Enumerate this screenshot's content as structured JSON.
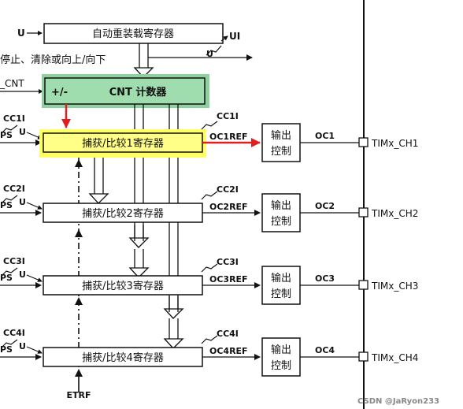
{
  "blocks": {
    "autoreload": "自动重装载寄存器",
    "stop_text": "停止、清除或向上/向下",
    "cnt_prefix": "_CNT",
    "cnt_sign": "+/-",
    "cnt_label": "CNT 计数器",
    "etrf": "ETRF",
    "watermark": "CSDN @JaRyon233"
  },
  "signals": {
    "u": "U",
    "ui": "UI",
    "ps": "PS"
  },
  "channels": [
    {
      "reg": "捕获/比较1寄存器",
      "cci": "CC1I",
      "ccai": "CC1I",
      "ref": "OC1REF",
      "out1": "输出",
      "out2": "控制",
      "oc": "OC1",
      "pin": "TIMx_CH1"
    },
    {
      "reg": "捕获/比较2寄存器",
      "cci": "CC2I",
      "ccai": "CC2I",
      "ref": "OC2REF",
      "out1": "输出",
      "out2": "控制",
      "oc": "OC2",
      "pin": "TIMx_CH2"
    },
    {
      "reg": "捕获/比较3寄存器",
      "cci": "CC3I",
      "ccai": "CC3I",
      "ref": "OC3REF",
      "out1": "输出",
      "out2": "控制",
      "oc": "OC3",
      "pin": "TIMx_CH3"
    },
    {
      "reg": "捕获/比较4寄存器",
      "cci": "CC4I",
      "ccai": "CC4I",
      "ref": "OC4REF",
      "out1": "输出",
      "out2": "控制",
      "oc": "OC4",
      "pin": "TIMx_CH4"
    }
  ],
  "colors": {
    "cnt_fill": "#8fd19e",
    "cnt_border": "#4f9c62",
    "reg1_fill": "#ffff88",
    "reg1_highlight": "#ffff66",
    "accent_arrow": "#e02020"
  }
}
